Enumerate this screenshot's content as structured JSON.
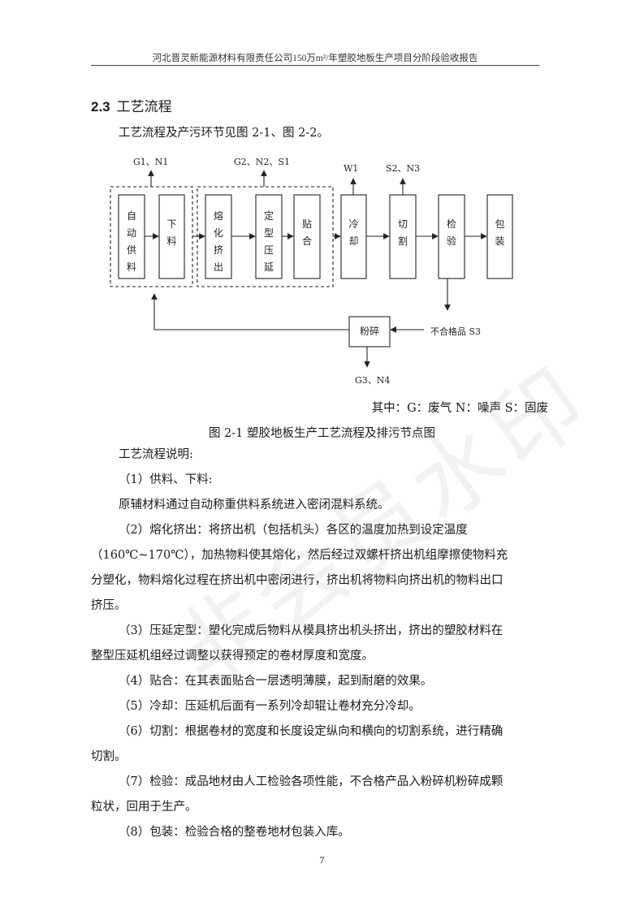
{
  "header": {
    "title": "河北晋灵新能源材料有限责任公司150万m²/年塑胶地板生产项目分阶段验收报告"
  },
  "section": {
    "number": "2.3",
    "title": "工艺流程"
  },
  "intro": "工艺流程及产污环节见图 2-1、图 2-2。",
  "diagram": {
    "boxes": [
      "自动供料",
      "下料",
      "熔化挤出",
      "定型压延",
      "贴合",
      "冷却",
      "切割",
      "检验",
      "包装",
      "粉碎"
    ],
    "emissions": {
      "g1": "G1、N1",
      "g2": "G2、N2、S1",
      "w1": "W1",
      "s2": "S2、N3",
      "g3": "G3、N4",
      "reject": "不合格品 S3"
    }
  },
  "legend": "其中：G：废气 N：噪声 S：固废",
  "caption": "图 2-1 塑胶地板生产工艺流程及排污节点图",
  "body": {
    "l1": "工艺流程说明:",
    "l2": "（1）供料、下料:",
    "l3": "原辅材料通过自动称重供料系统进入密闭混料系统。",
    "l4": "（2）熔化挤出：将挤出机（包括机头）各区的温度加热到设定温度",
    "l5": "（160℃~170℃），加热物料使其熔化，然后经过双螺杆挤出机组摩擦使物料充",
    "l6": "分塑化，物料熔化过程在挤出机中密闭进行，挤出机将物料向挤出机的物料出口",
    "l7": "挤压。",
    "l8": "（3）压延定型：塑化完成后物料从模具挤出机头挤出，挤出的塑胶材料在",
    "l9": "整型压延机组经过调整以获得预定的卷材厚度和宽度。",
    "l10": "（4）贴合：在其表面贴合一层透明薄膜，起到耐磨的效果。",
    "l11": "（5）冷却：压延机后面有一系列冷却辊让卷材充分冷却。",
    "l12": "（6）切割：根据卷材的宽度和长度设定纵向和横向的切割系统，进行精确",
    "l13": "切割。",
    "l14": "（7）检验：成品地材由人工检验各项性能，不合格产品入粉碎机粉碎成颗",
    "l15": "粒状，回用于生产。",
    "l16": "（8）包装：检验合格的整卷地材包装入库。"
  },
  "page_number": "7",
  "watermark": "非会员水印"
}
